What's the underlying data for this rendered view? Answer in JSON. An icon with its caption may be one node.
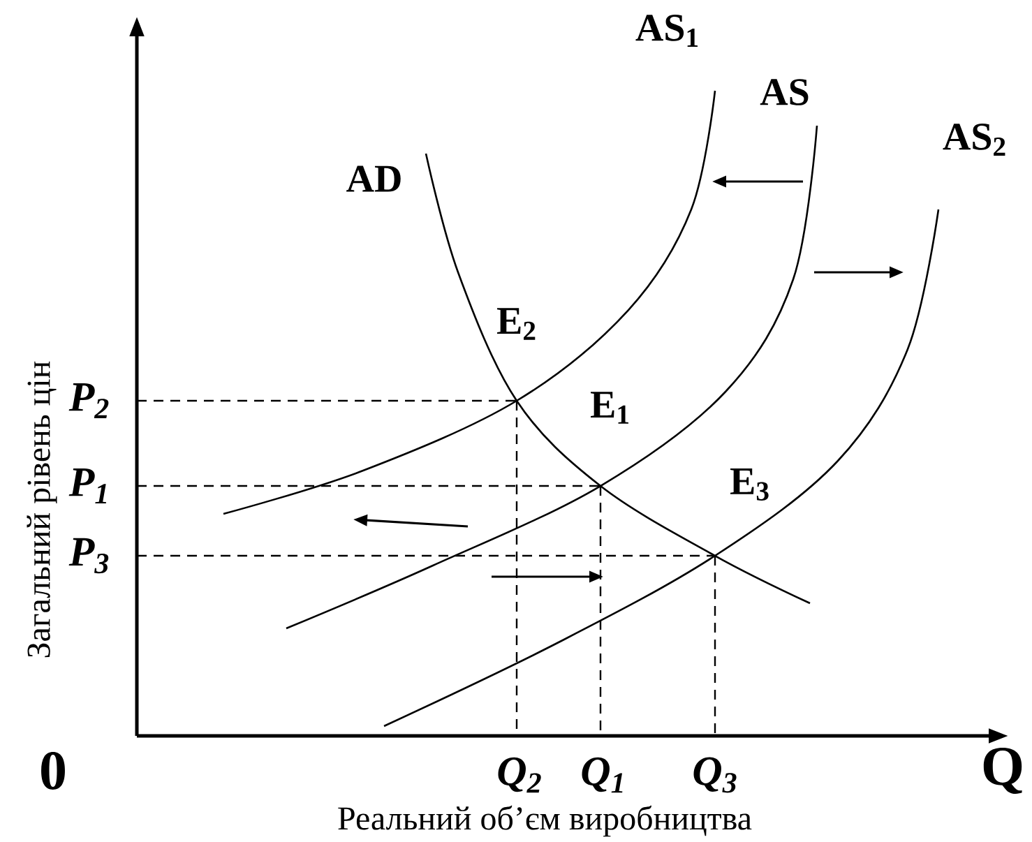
{
  "diagram": {
    "labels": [
      "AS$_{1}$",
      "AS",
      "AD",
      "AS$_{2}$",
      "E$_{2}$",
      "P$_{2}$",
      "E$_{1}$",
      "P$_{1}$",
      "E$_{3}$",
      "P$_{3}$",
      "0",
      "Q$_{2}$",
      "Q$_{1}$",
      "Q$_{3}$",
      "Q",
      "Реальний об’єм виробництва",
      "Загальний рівень цін"
    ]
  }
}
